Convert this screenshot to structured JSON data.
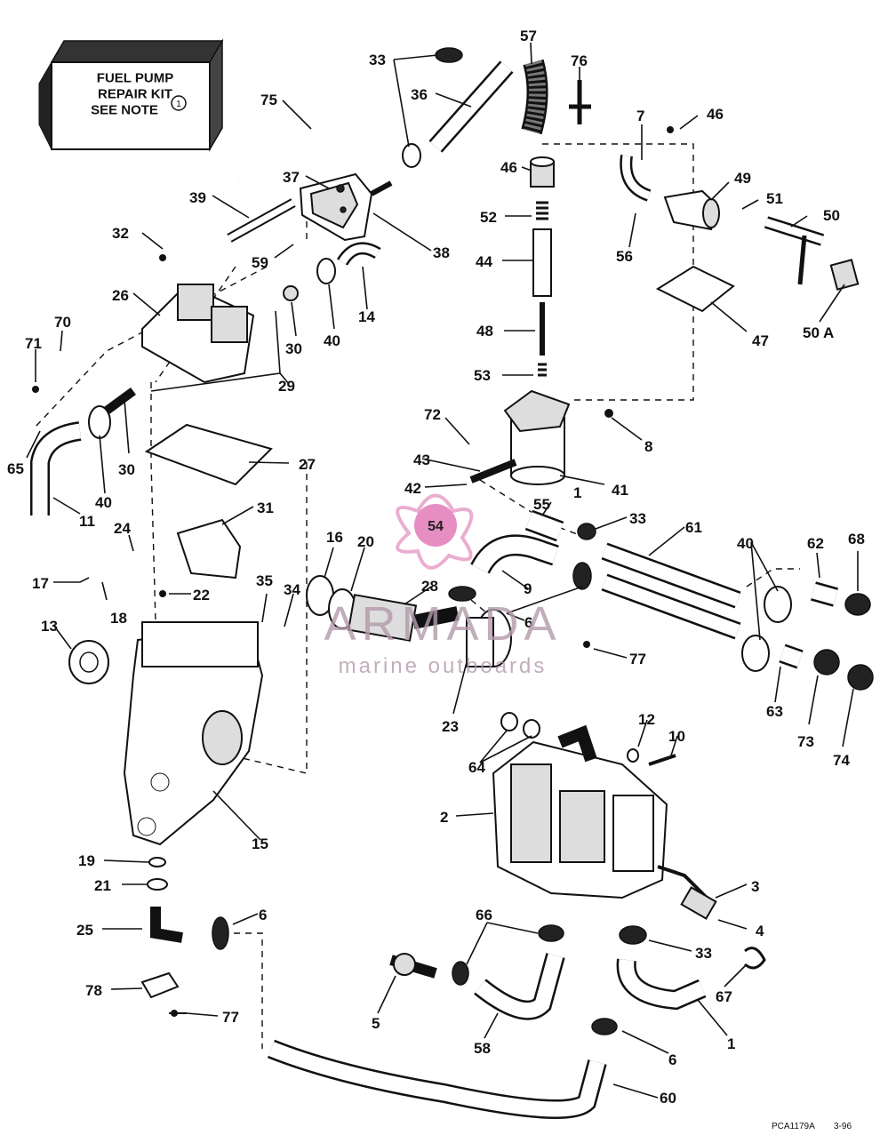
{
  "kit_box": {
    "line1": "FUEL PUMP",
    "line2": "REPAIR KIT",
    "line3": "SEE NOTE",
    "note_number": "1"
  },
  "watermark": {
    "brand": "ARMADA",
    "tagline": "marine outboards",
    "badge": "54"
  },
  "footer": {
    "code": "PCA1179A",
    "date": "3-96"
  },
  "callouts": {
    "c33a": "33",
    "c57": "57",
    "c76a": "76",
    "c75": "75",
    "c36": "36",
    "c7": "7",
    "c46a": "46",
    "c37": "37",
    "c46b": "46",
    "c49": "49",
    "c39": "39",
    "c52": "52",
    "c51": "51",
    "c50": "50",
    "c38": "38",
    "c32": "32",
    "c59": "59",
    "c44": "44",
    "c56": "56",
    "c26": "26",
    "c14": "14",
    "c30a": "30",
    "c40a": "40",
    "c70": "70",
    "c47": "47",
    "c50a": "50 A",
    "c71": "71",
    "c48": "48",
    "c53": "53",
    "c29": "29",
    "c72": "72",
    "c8": "8",
    "c65": "65",
    "c30b": "30",
    "c43": "43",
    "c27": "27",
    "c42": "42",
    "c41": "41",
    "c40b": "40",
    "c11": "11",
    "c1a": "1",
    "c55": "55",
    "c31": "31",
    "c33b": "33",
    "c61": "61",
    "c24": "24",
    "c16": "16",
    "c20": "20",
    "c40c": "40",
    "c62": "62",
    "c68": "68",
    "c17": "17",
    "c18": "18",
    "c22": "22",
    "c35": "35",
    "c34": "34",
    "c28": "28",
    "c9": "9",
    "c6a": "6",
    "c13": "13",
    "c77a": "77",
    "c63": "63",
    "c73": "73",
    "c74": "74",
    "c12": "12",
    "c10": "10",
    "c23": "23",
    "c64": "64",
    "c15": "15",
    "c2": "2",
    "c19": "19",
    "c21": "21",
    "c3": "3",
    "c6b": "6",
    "c25": "25",
    "c4": "4",
    "c66": "66",
    "c33c": "33",
    "c67": "67",
    "c5": "5",
    "c78": "78",
    "c77b": "77",
    "c58": "58",
    "c1b": "1",
    "c6c": "6",
    "c60": "60"
  }
}
